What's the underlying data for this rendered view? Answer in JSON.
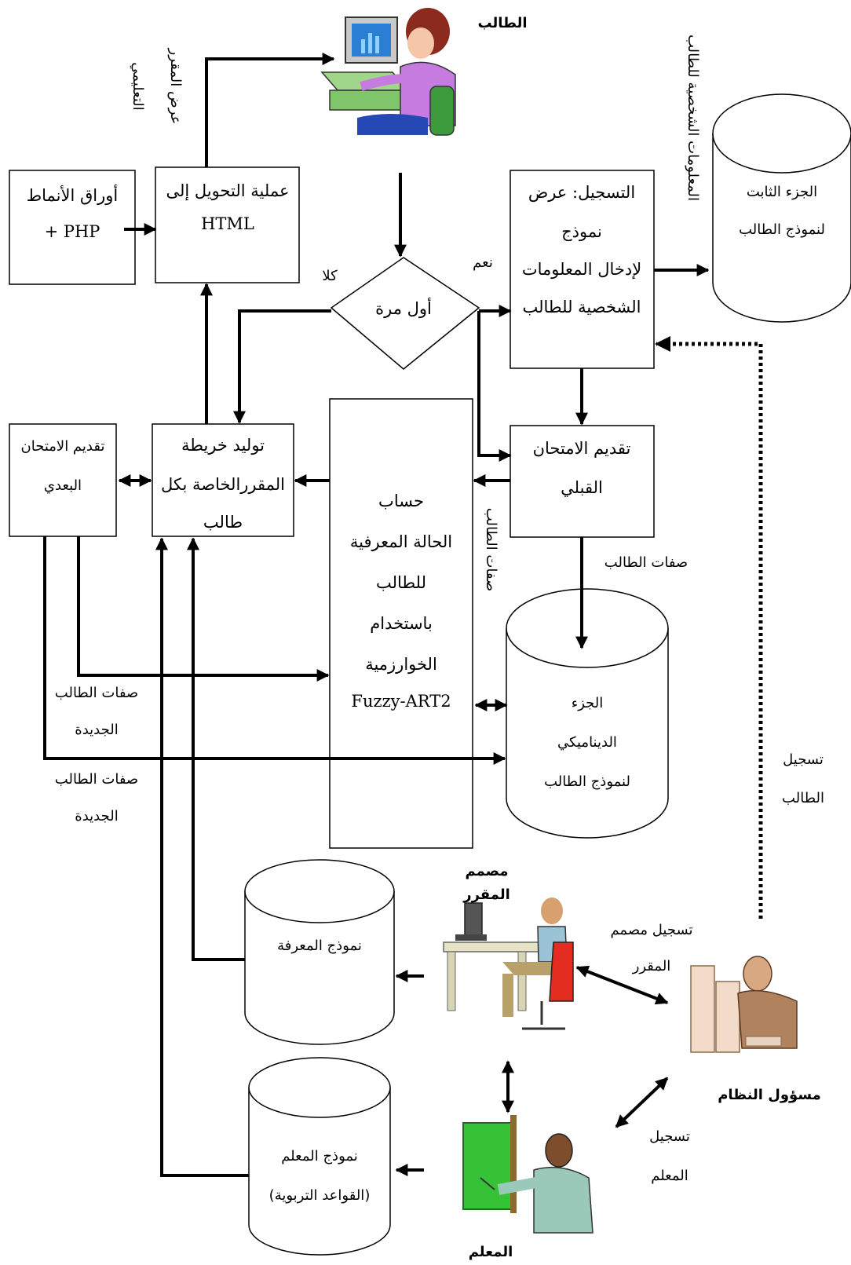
{
  "actors": {
    "student": "الطالب",
    "course_designer_1": "مصمم",
    "course_designer_2": "المقرر",
    "admin": "مسؤول النظام",
    "teacher": "المعلم"
  },
  "boxes": {
    "style_sheets_1": "أوراق الأنماط",
    "style_sheets_2": "+ PHP",
    "html_convert_1": "عملية التحويل إلى",
    "html_convert_2": "HTML",
    "registration_1": "التسجيل: عرض",
    "registration_2": "نموذج",
    "registration_3": "لإدخال المعلومات",
    "registration_4": "الشخصية للطالب",
    "first_time": "أول مرة",
    "pretest_1": "تقديم الامتحان",
    "pretest_2": "القبلي",
    "posttest_1": "تقديم الامتحان",
    "posttest_2": "البعدي",
    "course_map_1": "توليد خريطة",
    "course_map_2": "المقررالخاصة بكل",
    "course_map_3": "طالب",
    "compute_1": "حساب",
    "compute_2": "الحالة المعرفية",
    "compute_3": "للطالب",
    "compute_4": "باستخدام",
    "compute_5": "الخوارزمية",
    "compute_6": "Fuzzy-ART2"
  },
  "databases": {
    "static_1": "الجزء الثابت",
    "static_2": "لنموذج الطالب",
    "dynamic_1": "الجزء",
    "dynamic_2": "الديناميكي",
    "dynamic_3": "لنموذج الطالب",
    "knowledge": "نموذج المعرفة",
    "teacher_model_1": "نموذج المعلم",
    "teacher_model_2": "(القواعد التربوية)"
  },
  "labels": {
    "show_course_1": "عرض المقرر",
    "show_course_2": "التعليمي",
    "personal_info": "المعلومات الشخصية للطالب",
    "no": "كلا",
    "yes": "نعم",
    "student_attrs_vertical": "صفات الطالب",
    "student_attrs": "صفات الطالب",
    "new_attrs_a_1": "صفات الطالب",
    "new_attrs_a_2": "الجديدة",
    "new_attrs_b_1": "صفات الطالب",
    "new_attrs_b_2": "الجديدة",
    "register_student_1": "تسجيل",
    "register_student_2": "الطالب",
    "register_designer_1": "تسجيل مصمم",
    "register_designer_2": "المقرر",
    "register_teacher_1": "تسجيل",
    "register_teacher_2": "المعلم"
  }
}
